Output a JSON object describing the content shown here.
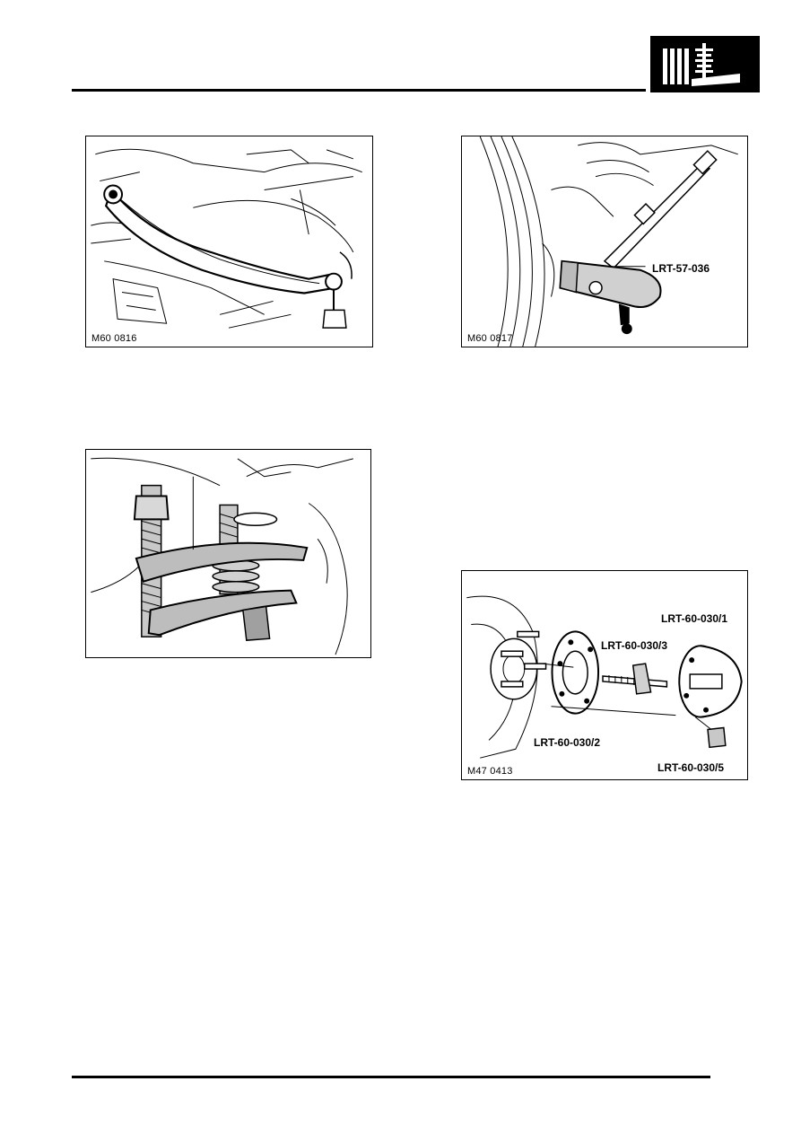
{
  "header": {
    "section_icon": "suspension-spring-icon"
  },
  "figures": [
    {
      "code": "M60 0816",
      "depicts": "upper-suspension-arm-illustration",
      "callouts": []
    },
    {
      "code": "M60 0817",
      "depicts": "ball-joint-splitter-illustration",
      "callouts": [
        "LRT-57-036"
      ]
    },
    {
      "code": "",
      "depicts": "spring-compressor-illustration",
      "callouts": []
    },
    {
      "code": "M47 0413",
      "depicts": "hub-puller-exploded-illustration",
      "callouts": [
        "LRT-60-030/1",
        "LRT-60-030/3",
        "LRT-60-030/2",
        "LRT-60-030/5"
      ]
    }
  ]
}
